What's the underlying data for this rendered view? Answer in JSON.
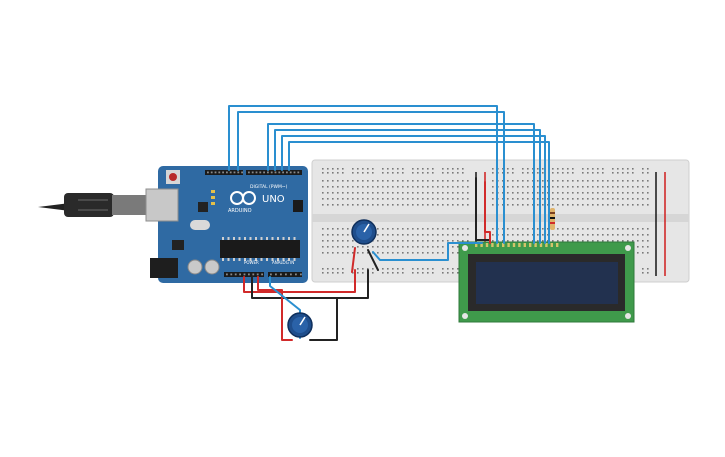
{
  "circuit": {
    "arduino": {
      "logo_text": "ARDUINO",
      "model_text": "UNO",
      "digital_header_text": "DIGITAL (PWM~)",
      "power_header_text": "POWER",
      "analog_header_text": "ANALOG IN"
    },
    "colors": {
      "board": "#2f6aa3",
      "breadboard": "#e4e4e4",
      "wire_blue": "#2a8fd0",
      "wire_red": "#d12a2a",
      "wire_black": "#222222",
      "lcd_pcb": "#3f9a4b",
      "lcd_screen": "#22314f",
      "pot_knob": "#1f4e8c"
    },
    "components": [
      {
        "name": "usb-cable",
        "icon": "usb-plug-icon"
      },
      {
        "name": "arduino-uno",
        "icon": "arduino-board-icon"
      },
      {
        "name": "breadboard",
        "icon": "breadboard-icon"
      },
      {
        "name": "potentiometer-contrast",
        "icon": "potentiometer-icon"
      },
      {
        "name": "potentiometer-input",
        "icon": "potentiometer-icon"
      },
      {
        "name": "resistor",
        "icon": "resistor-icon"
      },
      {
        "name": "lcd-16x2",
        "icon": "lcd-display-icon"
      }
    ]
  }
}
